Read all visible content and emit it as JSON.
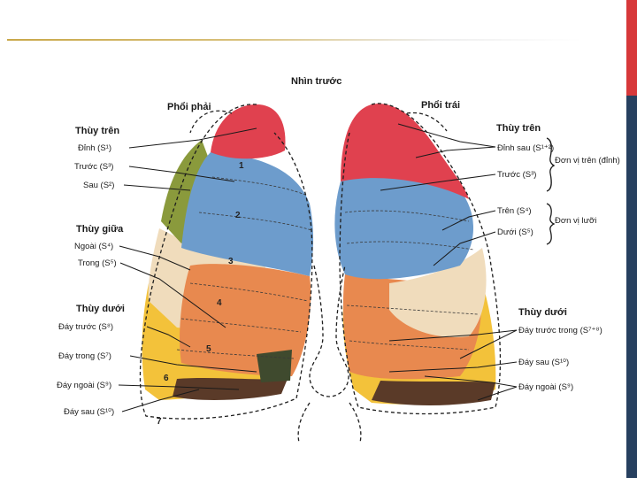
{
  "title": "Nhìn trước",
  "right_lung": {
    "heading": "Phổi phải",
    "upper_lobe": "Thùy trên",
    "upper_segments": [
      "Đỉnh (S¹)",
      "Trước (S³)",
      "Sau (S²)"
    ],
    "middle_lobe": "Thùy giữa",
    "middle_segments": [
      "Ngoài (S⁴)",
      "Trong (S⁵)"
    ],
    "lower_lobe": "Thùy dưới",
    "lower_segments": [
      "Đáy trước (S⁸)",
      "Đáy trong (S⁷)",
      "Đáy ngoài (S⁹)",
      "Đáy sau (S¹⁰)"
    ],
    "segment_numbers": [
      "1",
      "2",
      "3",
      "4",
      "5",
      "6",
      "7"
    ]
  },
  "left_lung": {
    "heading": "Phổi trái",
    "upper_lobe": "Thùy trên",
    "upper_segments": [
      "Đỉnh sau (S¹⁺²)",
      "Trước (S³)",
      "Trên (S⁴)",
      "Dưới (S⁵)"
    ],
    "unit_apex": "Đơn vị trên (đỉnh)",
    "unit_lingula": "Đơn vị lưỡi",
    "lower_lobe": "Thùy dưới",
    "lower_segments": [
      "Đáy trước trong (S⁷⁺⁸)",
      "Đáy sau (S¹⁰)",
      "Đáy ngoài (S⁹)"
    ]
  },
  "colors": {
    "apical": "#e0414f",
    "anterior": "#6d9ccc",
    "posterior": "#8a9a3c",
    "middle_lateral": "#f0dcbc",
    "lower_anterior": "#e8894f",
    "lower_medial": "#f3c23a",
    "lower_lateral": "#5a3a28",
    "accent_bar_red": "#d7383a",
    "accent_bar_blue": "#27405f"
  }
}
